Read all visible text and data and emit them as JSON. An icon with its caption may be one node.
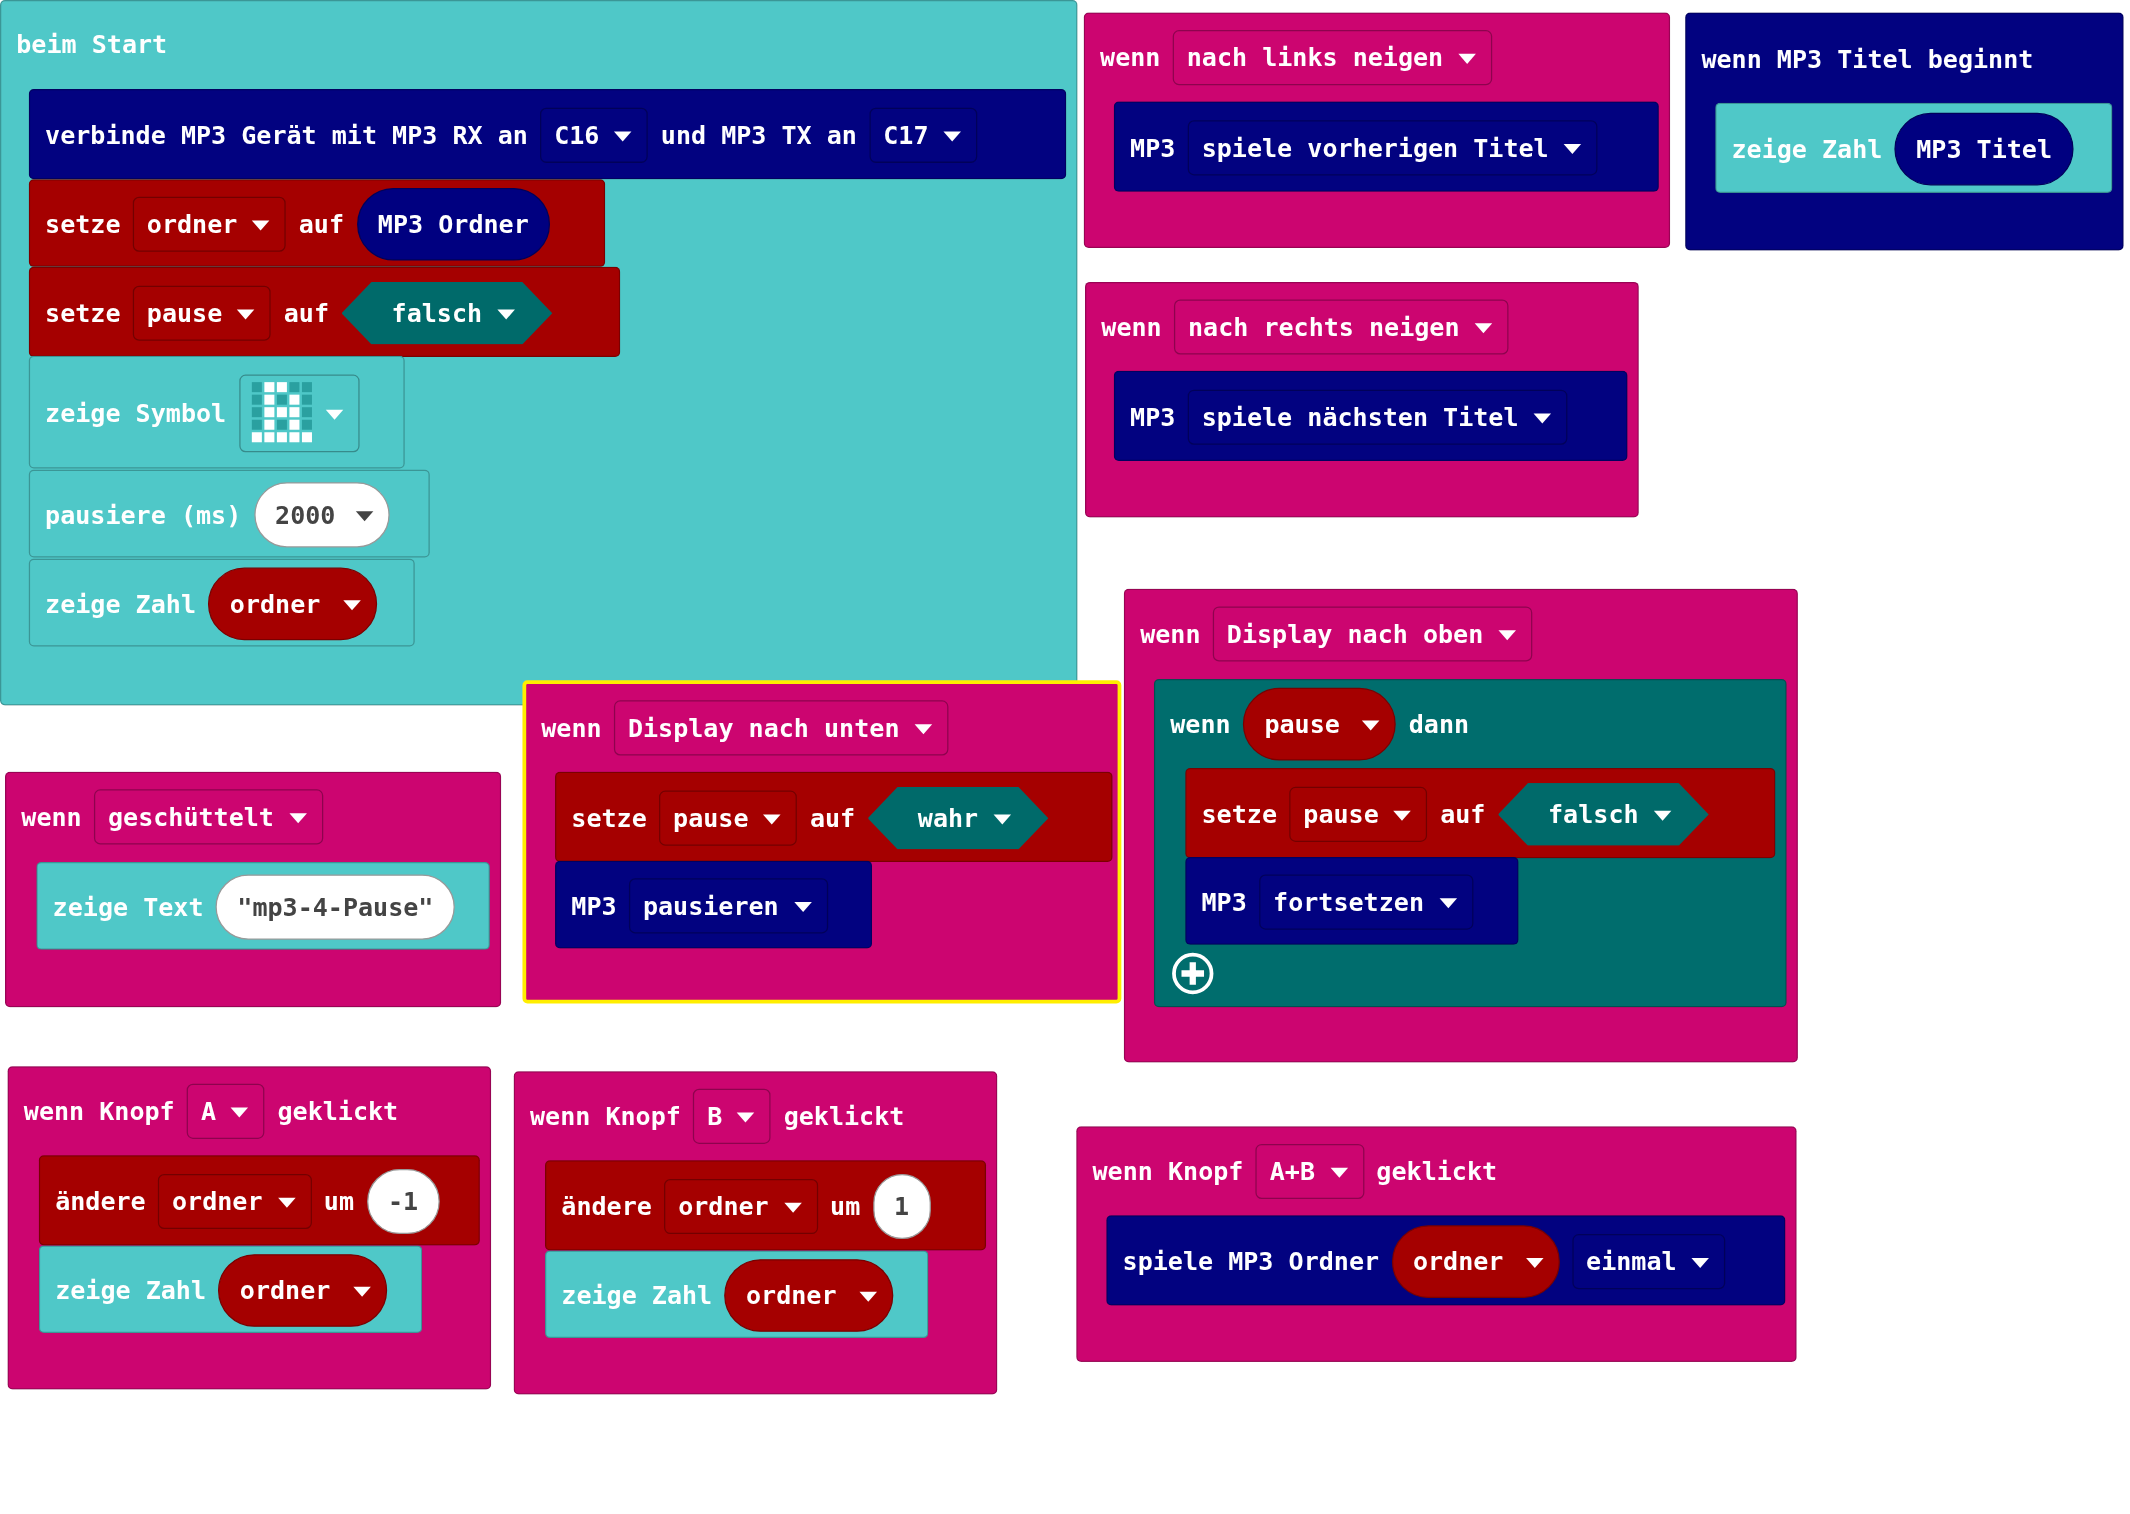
{
  "diagram": {
    "nodes": [
      {
        "text": [
          "beim Start"
        ]
      },
      {
        "text": [
          "verbinde MP3 Gerät mit MP3 RX an",
          "C16",
          "und MP3 TX an",
          "C17"
        ],
        "in": 0
      },
      {
        "text": [
          "setze",
          "ordner",
          "auf",
          "MP3 Ordner"
        ],
        "in": 0
      },
      {
        "text": [
          "setze",
          "pause",
          "auf",
          "falsch"
        ],
        "in": 0
      },
      {
        "text": [
          "zeige Symbol"
        ],
        "in": 0
      },
      {
        "text": [
          "pausiere (ms)",
          "2000"
        ],
        "in": 0
      },
      {
        "text": [
          "zeige Zahl",
          "ordner"
        ],
        "in": 0
      },
      {
        "text": [
          "wenn",
          "geschüttelt"
        ]
      },
      {
        "text": [
          "zeige Text",
          "\"mp3-4-Pause\""
        ],
        "in": 7
      },
      {
        "text": [
          "wenn Knopf",
          "A",
          "geklickt"
        ]
      },
      {
        "text": [
          "ändere",
          "ordner",
          "um",
          "-1"
        ],
        "in": 9
      },
      {
        "text": [
          "zeige Zahl",
          "ordner"
        ],
        "in": 9
      },
      {
        "text": [
          "wenn MP3 Titel beginnt"
        ]
      },
      {
        "text": [
          "zeige Zahl",
          "MP3 Titel"
        ],
        "in": 12
      },
      {
        "text": [
          "wenn",
          "Display nach unten"
        ]
      },
      {
        "text": [
          "setze",
          "pause",
          "auf",
          "wahr"
        ],
        "in": 14
      },
      {
        "text": [
          "MP3",
          "pausieren"
        ],
        "in": 14
      },
      {
        "text": [
          "wenn Knopf",
          "B",
          "geklickt"
        ]
      },
      {
        "text": [
          "ändere",
          "ordner",
          "um",
          "1"
        ],
        "in": 17
      },
      {
        "text": [
          "zeige Zahl",
          "ordner"
        ],
        "in": 17
      },
      {
        "text": [
          "wenn",
          "nach links neigen"
        ]
      },
      {
        "text": [
          "MP3",
          "spiele vorherigen Titel"
        ],
        "in": 20
      },
      {
        "text": [
          "wenn",
          "nach rechts neigen"
        ]
      },
      {
        "text": [
          "MP3",
          "spiele nächsten Titel"
        ],
        "in": 22
      },
      {
        "text": [
          "wenn",
          "Display nach oben"
        ]
      },
      {
        "text": [
          "wenn",
          "pause",
          "dann"
        ],
        "in": 24
      },
      {
        "text": [
          "setze",
          "pause",
          "auf",
          "falsch"
        ],
        "in": 25
      },
      {
        "text": [
          "MP3",
          "fortsetzen"
        ],
        "in": 25
      },
      {
        "text": [
          "wenn Knopf",
          "A+B",
          "geklickt"
        ]
      },
      {
        "text": [
          "spiele MP3 Ordner",
          "ordner",
          "einmal"
        ],
        "in": 28
      }
    ]
  }
}
